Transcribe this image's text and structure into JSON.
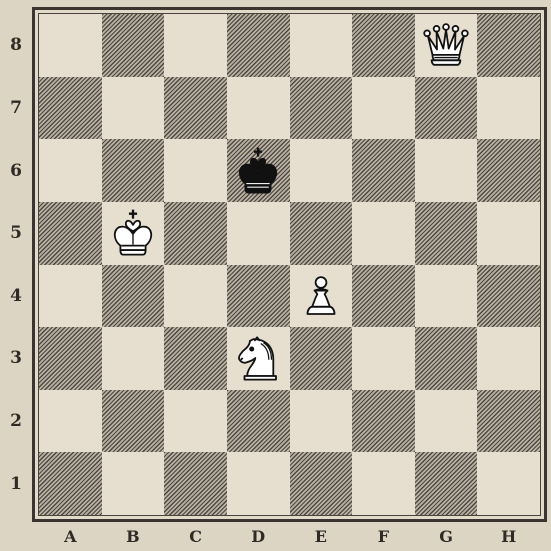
{
  "ranks": [
    "8",
    "7",
    "6",
    "5",
    "4",
    "3",
    "2",
    "1"
  ],
  "files": [
    "A",
    "B",
    "C",
    "D",
    "E",
    "F",
    "G",
    "H"
  ],
  "pieces": [
    {
      "square": "g8",
      "color": "white",
      "type": "queen",
      "icon": "white-queen-icon"
    },
    {
      "square": "d6",
      "color": "black",
      "type": "king",
      "icon": "black-king-icon"
    },
    {
      "square": "b5",
      "color": "white",
      "type": "king",
      "icon": "white-king-icon"
    },
    {
      "square": "e4",
      "color": "white",
      "type": "pawn",
      "icon": "white-pawn-icon"
    },
    {
      "square": "d3",
      "color": "white",
      "type": "knight",
      "icon": "white-knight-icon"
    }
  ],
  "colors": {
    "light_square": "#e6dfcf",
    "dark_square_hatch": "#4e4840",
    "paper": "#ddd5c3",
    "ink": "#2e2a25"
  }
}
